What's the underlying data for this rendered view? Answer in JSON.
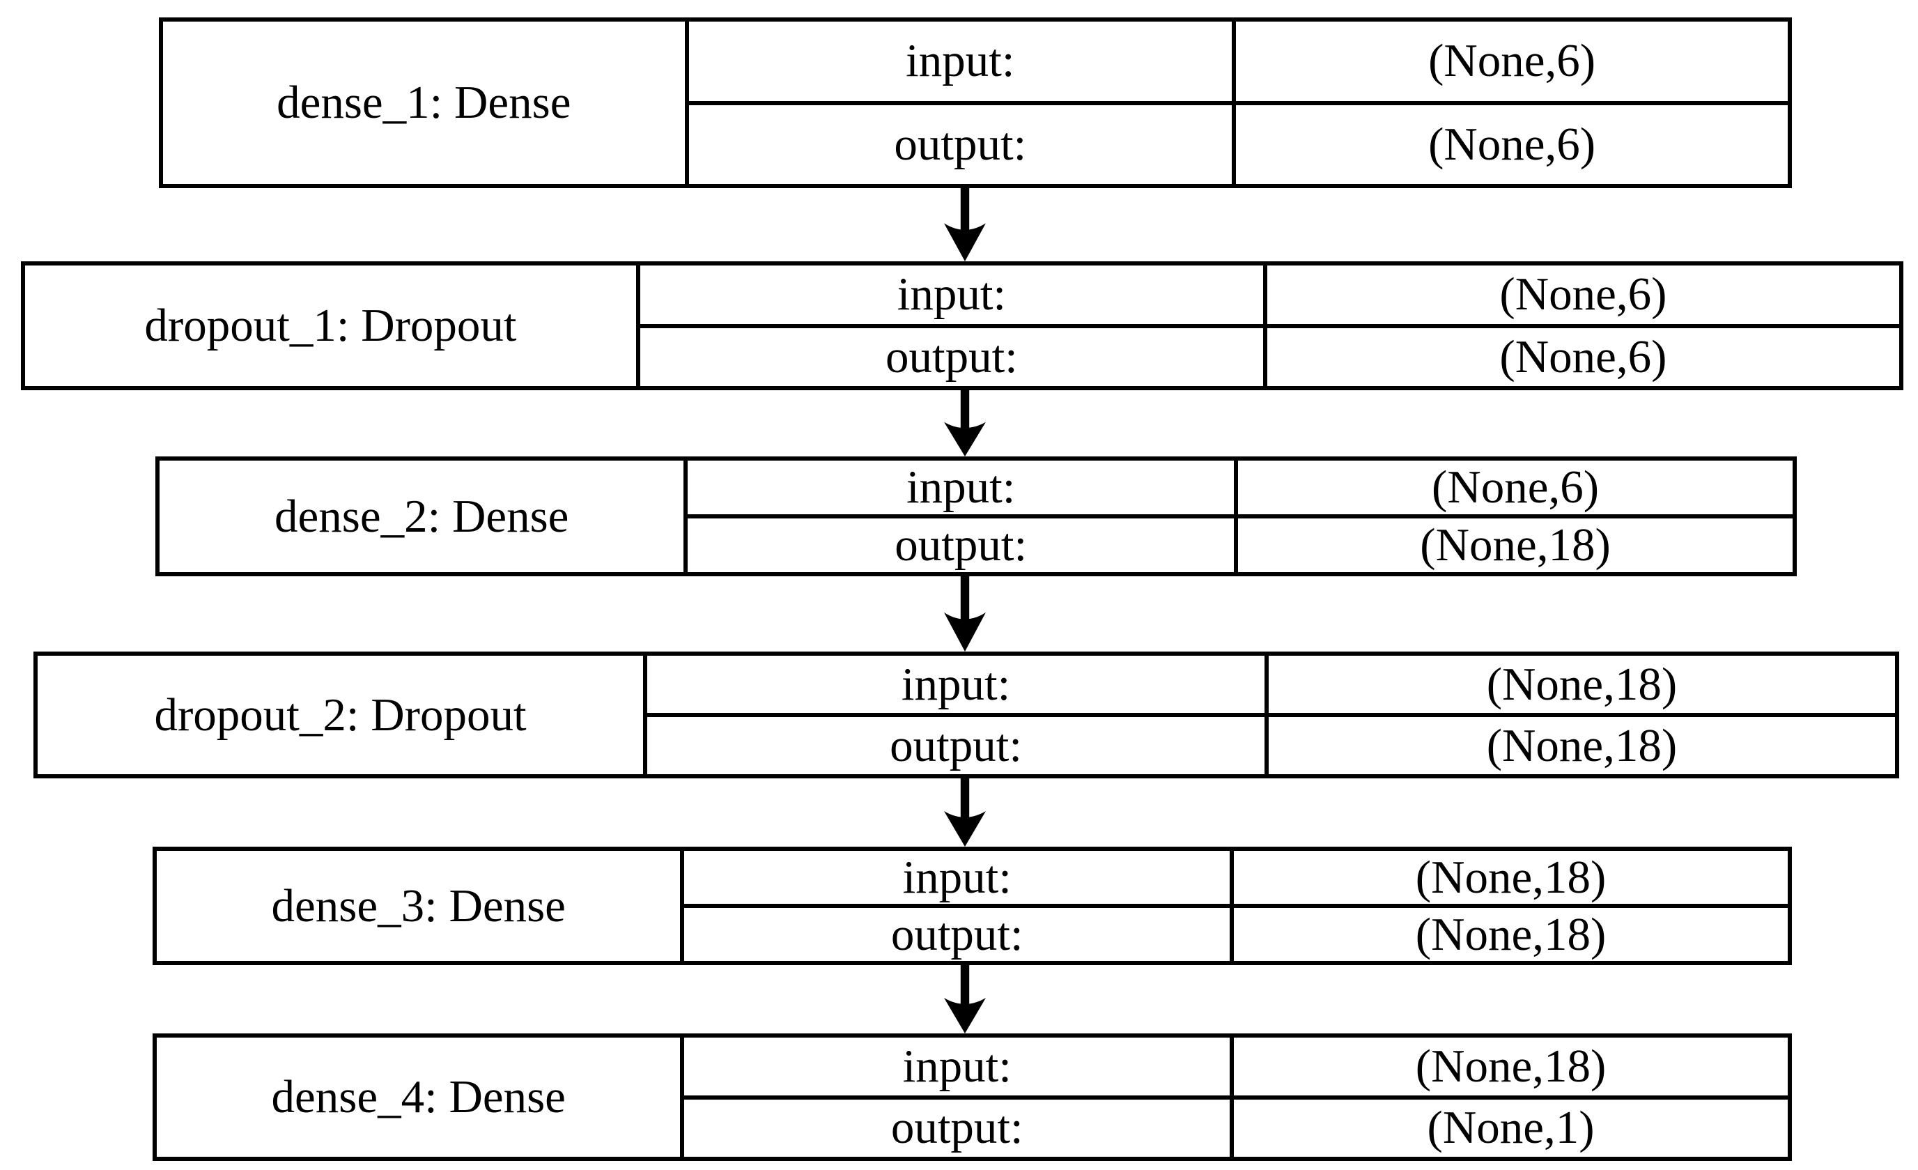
{
  "diagram": {
    "title": "keras-model-architecture",
    "colors": {
      "line": "#000000",
      "background": "#ffffff",
      "text": "#000000"
    },
    "io_labels": {
      "input": "input:",
      "output": "output:"
    },
    "layers": [
      {
        "name": "dense_1: Dense",
        "layer_type": "Dense",
        "input_shape": "(None,6)",
        "output_shape": "(None,6)"
      },
      {
        "name": "dropout_1: Dropout",
        "layer_type": "Dropout",
        "input_shape": "(None,6)",
        "output_shape": "(None,6)"
      },
      {
        "name": "dense_2: Dense",
        "layer_type": "Dense",
        "input_shape": "(None,6)",
        "output_shape": "(None,18)"
      },
      {
        "name": "dropout_2: Dropout",
        "layer_type": "Dropout",
        "input_shape": "(None,18)",
        "output_shape": "(None,18)"
      },
      {
        "name": "dense_3: Dense",
        "layer_type": "Dense",
        "input_shape": "(None,18)",
        "output_shape": "(None,18)"
      },
      {
        "name": "dense_4: Dense",
        "layer_type": "Dense",
        "input_shape": "(None,18)",
        "output_shape": "(None,1)"
      }
    ],
    "connections": [
      {
        "from": "dense_1",
        "to": "dropout_1"
      },
      {
        "from": "dropout_1",
        "to": "dense_2"
      },
      {
        "from": "dense_2",
        "to": "dropout_2"
      },
      {
        "from": "dropout_2",
        "to": "dense_3"
      },
      {
        "from": "dense_3",
        "to": "dense_4"
      }
    ]
  }
}
